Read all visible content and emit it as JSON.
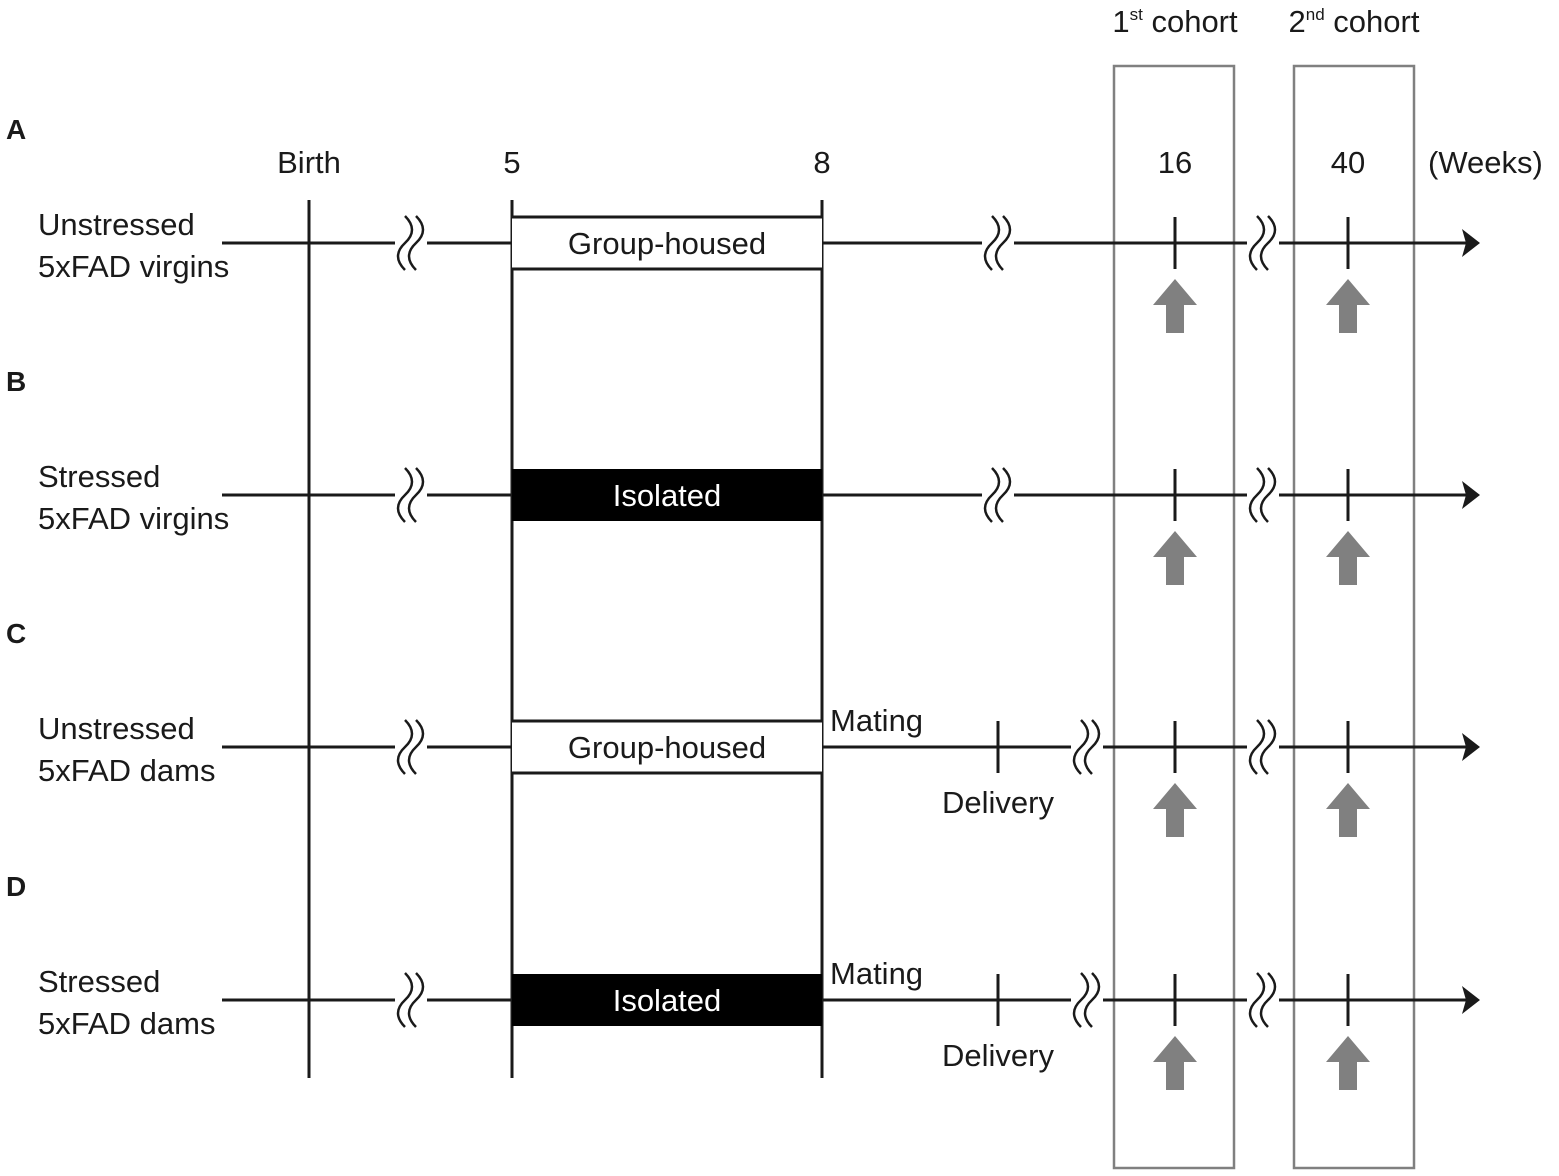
{
  "header": {
    "cohorts": [
      {
        "num": "1",
        "sup": "st",
        "word": " cohort"
      },
      {
        "num": "2",
        "sup": "nd",
        "word": " cohort"
      }
    ]
  },
  "timeline": {
    "tick_labels": [
      "Birth",
      "5",
      "8",
      "16",
      "40"
    ],
    "unit": "(Weeks)"
  },
  "rows": [
    {
      "letter": "A",
      "label_lines": [
        "Unstressed",
        "5xFAD virgins"
      ],
      "box_text": "Group-housed",
      "box_style": "open",
      "has_mating": false
    },
    {
      "letter": "B",
      "label_lines": [
        "Stressed",
        "5xFAD virgins"
      ],
      "box_text": "Isolated",
      "box_style": "filled",
      "has_mating": false
    },
    {
      "letter": "C",
      "label_lines": [
        "Unstressed",
        "5xFAD dams"
      ],
      "box_text": "Group-housed",
      "box_style": "open",
      "has_mating": true
    },
    {
      "letter": "D",
      "label_lines": [
        "Stressed",
        "5xFAD dams"
      ],
      "box_text": "Isolated",
      "box_style": "filled",
      "has_mating": true
    }
  ],
  "events": {
    "mating": "Mating",
    "delivery": "Delivery"
  },
  "colors": {
    "line": "#1a1a1a",
    "arrow": "#808080",
    "cohort_box": "#808080",
    "filled_box": "#000000"
  }
}
